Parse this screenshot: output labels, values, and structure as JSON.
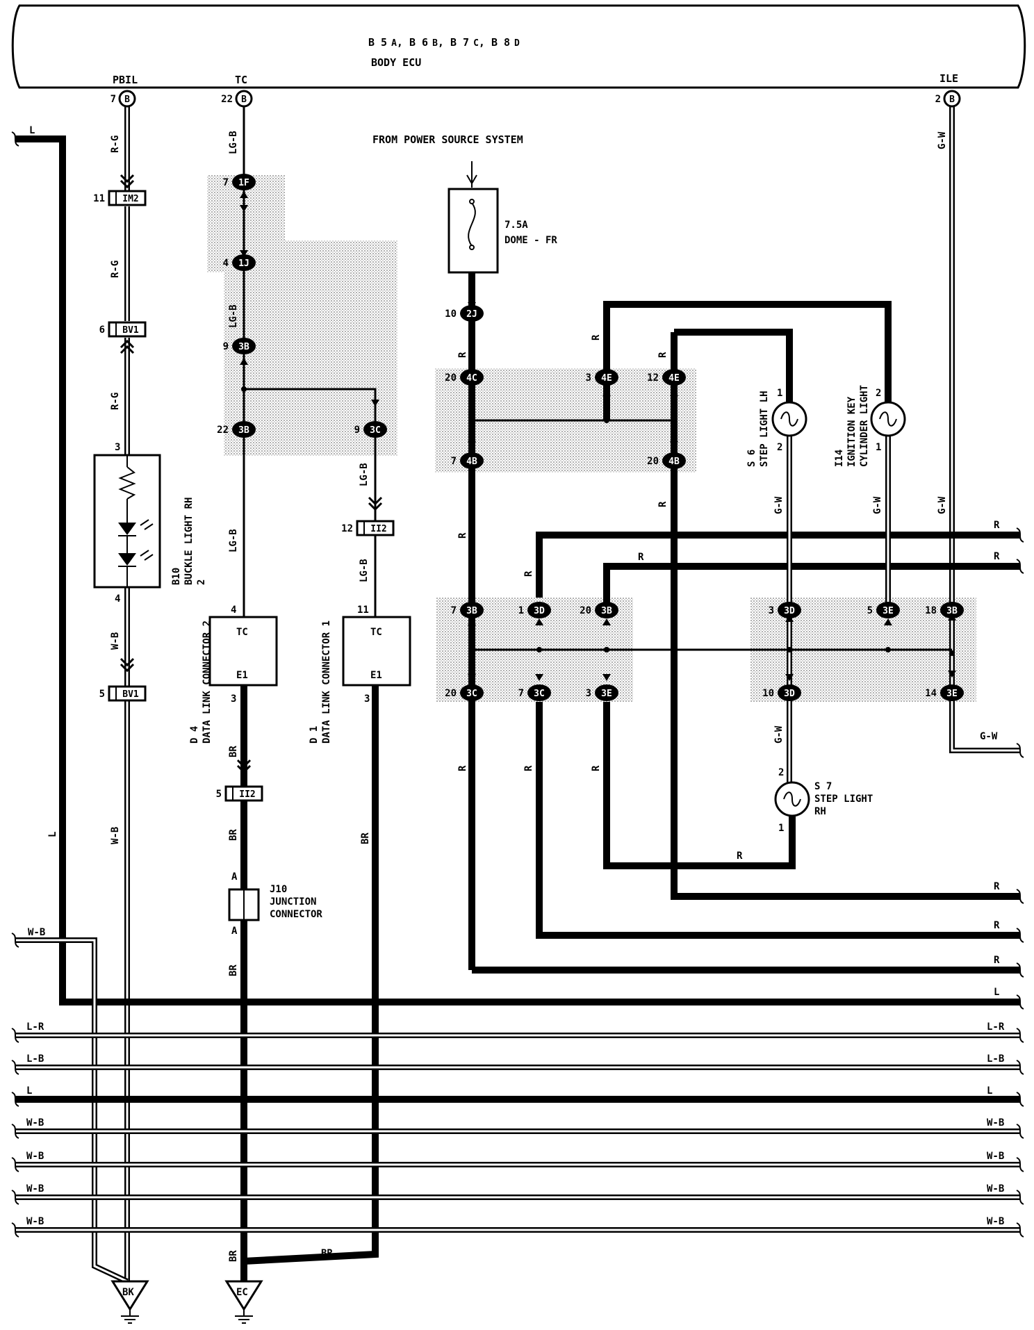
{
  "ecu": {
    "codes_line": "B 5Ⓐ, B 6Ⓑ, B 7Ⓒ, B 8Ⓓ",
    "code_parts": [
      "B 5",
      "A",
      ", B 6",
      "B",
      ", B 7",
      "C",
      ", B 8",
      "D"
    ],
    "title": "BODY ECU",
    "terminals": [
      {
        "name": "PBIL",
        "pin": "7",
        "conn": "B"
      },
      {
        "name": "TC",
        "pin": "22",
        "conn": "B"
      },
      {
        "name": "ILE",
        "pin": "2",
        "conn": "B"
      }
    ]
  },
  "power": {
    "label": "FROM POWER SOURCE SYSTEM",
    "fuse_rating": "7.5A",
    "fuse_name": "DOME - FR"
  },
  "wire_colors": {
    "pbil_1": "R-G",
    "pbil_2": "R-G",
    "pbil_3": "R-G",
    "pbil_4": "W-B",
    "pbil_5": "W-B",
    "tc_1": "LG-B",
    "tc_2": "LG-B",
    "tc_3": "LG-B",
    "tc_4": "LG-B",
    "tc_5": "LG-B",
    "br_1": "BR",
    "br_2": "BR",
    "br_3": "BR",
    "br_4": "BR",
    "br_5": "BR",
    "br_6": "BR",
    "ile_1": "G-W",
    "ile_2": "G-W",
    "gw_1": "G-W",
    "gw_2": "G-W",
    "gw_3": "G-W",
    "r_labels": [
      "R",
      "R",
      "R",
      "R",
      "R",
      "R",
      "R",
      "R",
      "R",
      "R",
      "R",
      "R",
      "R",
      "R",
      "R",
      "R"
    ],
    "left_l": "L",
    "left_l2": "L"
  },
  "inline_connectors": [
    {
      "pin": "11",
      "code": "IM2"
    },
    {
      "pin": "6",
      "code": "BV1"
    },
    {
      "pin": "5",
      "code": "BV1"
    },
    {
      "pin": "12",
      "code": "II2"
    },
    {
      "pin": "5",
      "code": "II2"
    }
  ],
  "junction_pins": [
    {
      "pin": "7",
      "code": "1F"
    },
    {
      "pin": "4",
      "code": "1J"
    },
    {
      "pin": "9",
      "code": "3B"
    },
    {
      "pin": "22",
      "code": "3B"
    },
    {
      "pin": "9",
      "code": "3C"
    },
    {
      "pin": "10",
      "code": "2J"
    },
    {
      "pin": "20",
      "code": "4C"
    },
    {
      "pin": "3",
      "code": "4E"
    },
    {
      "pin": "12",
      "code": "4E"
    },
    {
      "pin": "7",
      "code": "4B"
    },
    {
      "pin": "20",
      "code": "4B"
    },
    {
      "pin": "7",
      "code": "3B"
    },
    {
      "pin": "1",
      "code": "3D"
    },
    {
      "pin": "20",
      "code": "3B"
    },
    {
      "pin": "20",
      "code": "3C"
    },
    {
      "pin": "7",
      "code": "3C"
    },
    {
      "pin": "3",
      "code": "3E"
    },
    {
      "pin": "3",
      "code": "3D"
    },
    {
      "pin": "5",
      "code": "3E"
    },
    {
      "pin": "18",
      "code": "3B"
    },
    {
      "pin": "10",
      "code": "3D"
    },
    {
      "pin": "14",
      "code": "3E"
    }
  ],
  "components": {
    "b10": {
      "code": "B10",
      "name1": "BUCKLE LIGHT RH",
      "name2": "2",
      "pin_top": "3",
      "pin_bottom": "4"
    },
    "d4": {
      "code": "D 4",
      "name": "DATA LINK CONNECTOR 2",
      "pin_tc": "4",
      "pin_e1": "3",
      "tc": "TC",
      "e1": "E1"
    },
    "d1": {
      "code": "D 1",
      "name": "DATA LINK CONNECTOR 1",
      "pin_tc": "11",
      "pin_e1": "3",
      "tc": "TC",
      "e1": "E1"
    },
    "j10": {
      "name1": "J10",
      "name2": "JUNCTION",
      "name3": "CONNECTOR",
      "pin_a": "A",
      "pin_b": "A"
    },
    "s6": {
      "code": "S 6",
      "name": "STEP LIGHT LH",
      "pin1": "1",
      "pin2": "2"
    },
    "i14": {
      "code": "I14",
      "name1": "IGNITION KEY",
      "name2": "CYLINDER LIGHT",
      "pin1": "1",
      "pin2": "2"
    },
    "s7": {
      "code": "S 7",
      "name1": "STEP LIGHT",
      "name2": "RH",
      "pin1": "2",
      "pin2": "1"
    }
  },
  "grounds": [
    {
      "code": "BK"
    },
    {
      "code": "EC"
    }
  ],
  "right_wires": [
    "R",
    "R",
    "R",
    "R",
    "R",
    "L",
    "L-R",
    "L-B",
    "L",
    "W-B",
    "W-B",
    "W-B",
    "W-B"
  ],
  "left_wires": [
    "L",
    "W-B",
    "L-R",
    "L-B",
    "L",
    "W-B",
    "W-B",
    "W-B",
    "W-B"
  ],
  "gw_exit": "G-W"
}
